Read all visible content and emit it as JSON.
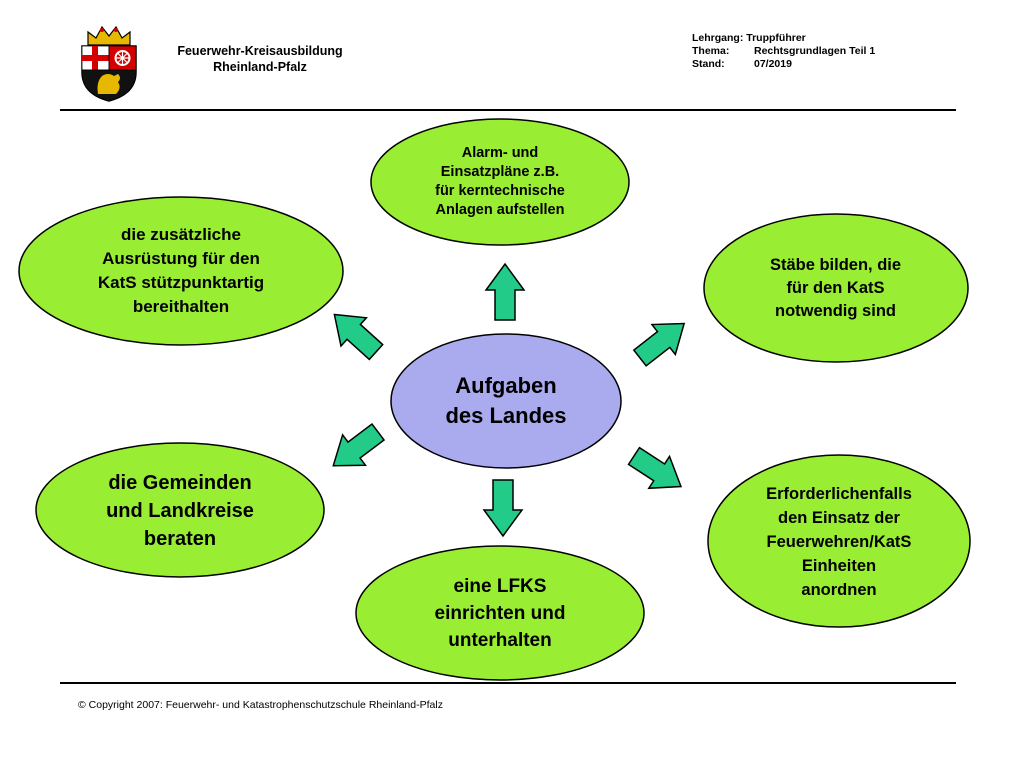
{
  "header": {
    "org_line1": "Feuerwehr-Kreisausbildung",
    "org_line2": "Rheinland-Pfalz",
    "meta": {
      "course_label": "Lehrgang:",
      "course_value": "Truppführer",
      "topic_label": "Thema:",
      "topic_value": "Rechtsgrundlagen Teil 1",
      "date_label": "Stand:",
      "date_value": "07/2019"
    }
  },
  "diagram": {
    "colors": {
      "center_fill": "#aaaaee",
      "node_fill": "#99ee33",
      "arrow_fill": "#22cc88",
      "stroke": "#000000"
    },
    "center": {
      "line1": "Aufgaben",
      "line2": "des Landes"
    },
    "nodes": {
      "top": {
        "lines": [
          "Alarm- und",
          "Einsatzpläne z.B.",
          "für kerntechnische",
          "Anlagen aufstellen"
        ]
      },
      "top_left": {
        "lines": [
          "die zusätzliche",
          "Ausrüstung für den",
          "KatS stützpunktartig",
          "bereithalten"
        ]
      },
      "top_right": {
        "lines": [
          "Stäbe bilden, die",
          "für den KatS",
          "notwendig sind"
        ]
      },
      "bottom_left": {
        "lines": [
          "die Gemeinden",
          "und Landkreise",
          "beraten"
        ]
      },
      "bottom_right": {
        "lines": [
          "Erforderlichenfalls",
          "den Einsatz der",
          "Feuerwehren/KatS",
          "Einheiten",
          "anordnen"
        ]
      },
      "bottom": {
        "lines": [
          "eine LFKS",
          "einrichten und",
          "unterhalten"
        ]
      }
    }
  },
  "footer": {
    "copyright": "© Copyright 2007: Feuerwehr- und Katastrophenschutzschule Rheinland-Pfalz"
  }
}
